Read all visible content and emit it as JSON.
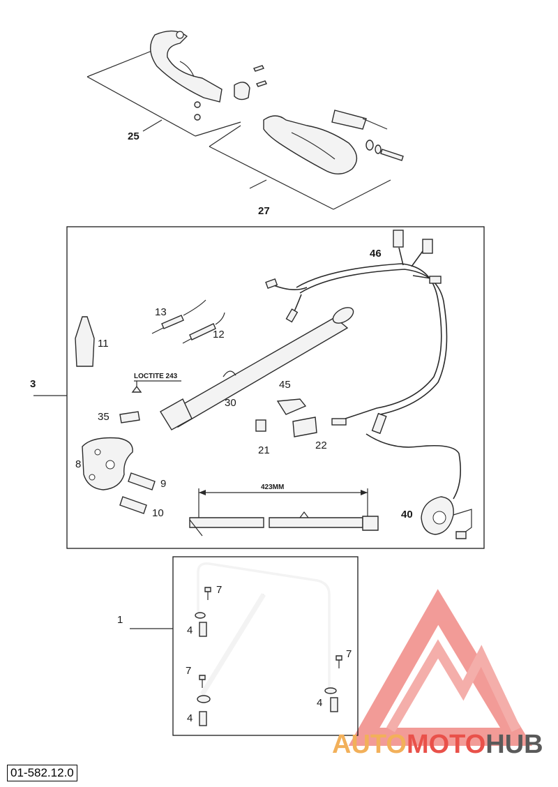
{
  "callouts": {
    "c25": "25",
    "c27": "27",
    "c3": "3",
    "c46": "46",
    "c13": "13",
    "c12": "12",
    "c11": "11",
    "c45": "45",
    "c30": "30",
    "c35": "35",
    "c21": "21",
    "c22": "22",
    "c8": "8",
    "c9": "9",
    "c10": "10",
    "c40": "40",
    "c1": "1",
    "c7a": "7",
    "c4a": "4",
    "c7b": "7",
    "c7c": "7",
    "c4b": "4",
    "c4c": "4"
  },
  "loctite_label": "LOCTITE 243",
  "dimension_label": "423MM",
  "document_number": "01-582.12.0",
  "watermark": {
    "part1": "AUTO",
    "part2": "MOTO",
    "part3": "HUB",
    "colors": {
      "auto": "#f2b05a",
      "moto": "#e9514a",
      "hub": "#5a5a5a",
      "triangle": "#ee6e6a"
    }
  }
}
